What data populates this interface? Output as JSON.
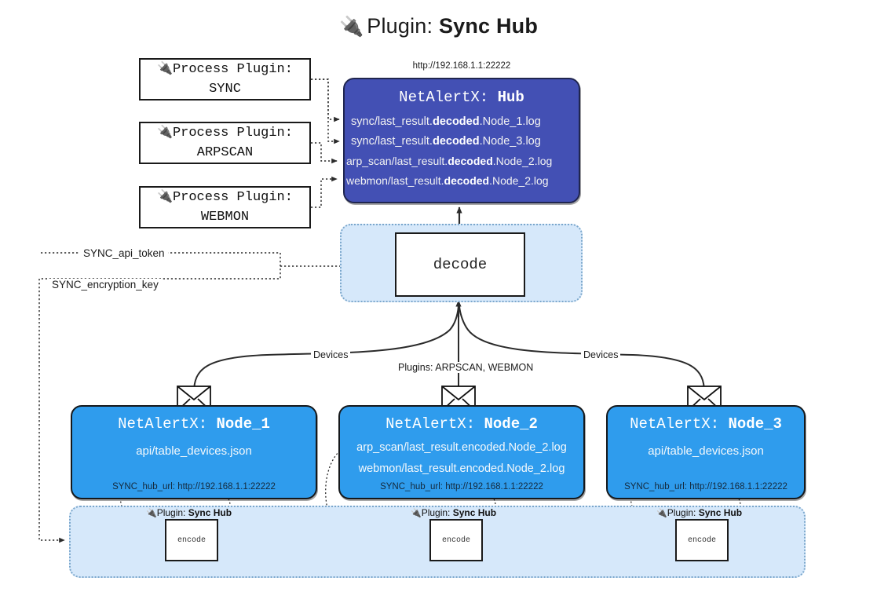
{
  "title": {
    "icon": "plug-icon",
    "prefix": "Plugin: ",
    "name": "Sync Hub"
  },
  "hub": {
    "url_label": "http://192.168.1.1:22222",
    "header_prefix": "NetAlertX: ",
    "header_name": "Hub",
    "rows": [
      {
        "pre": "sync/last_result.",
        "em": "decoded",
        "post": ".Node_1.log"
      },
      {
        "pre": "sync/last_result.",
        "em": "decoded",
        "post": ".Node_3.log"
      },
      {
        "pre": "arp_scan/last_result.",
        "em": "decoded",
        "post": ".Node_2.log"
      },
      {
        "pre": "webmon/last_result.",
        "em": "decoded",
        "post": ".Node_2.log"
      }
    ]
  },
  "process_plugins": [
    {
      "icon": "plug-icon",
      "line1": "Process Plugin:",
      "line2": "SYNC"
    },
    {
      "icon": "plug-icon",
      "line1": "Process Plugin:",
      "line2": "ARPSCAN"
    },
    {
      "icon": "plug-icon",
      "line1": "Process Plugin:",
      "line2": "WEBMON"
    }
  ],
  "decode": {
    "group_name": "decode-group",
    "label": "decode"
  },
  "config_keys": [
    {
      "label": "SYNC_api_token"
    },
    {
      "label": "SYNC_encryption_key"
    }
  ],
  "edge_labels": {
    "left_devices": "Devices",
    "right_devices": "Devices",
    "center_plugins": "Plugins: ARPSCAN, WEBMON"
  },
  "nodes": [
    {
      "header_prefix": "NetAlertX: ",
      "header_name": "Node_1",
      "lines": [
        "api/table_devices.json"
      ],
      "url": "SYNC_hub_url: http://192.168.1.1:22222",
      "mail_icon": "envelope-icon"
    },
    {
      "header_prefix": "NetAlertX: ",
      "header_name": "Node_2",
      "lines": [
        "arp_scan/last_result.encoded.Node_2.log",
        "webmon/last_result.encoded.Node_2.log"
      ],
      "url": "SYNC_hub_url: http://192.168.1.1:22222",
      "mail_icon": "envelope-icon"
    },
    {
      "header_prefix": "NetAlertX: ",
      "header_name": "Node_3",
      "lines": [
        "api/table_devices.json"
      ],
      "url": "SYNC_hub_url: http://192.168.1.1:22222",
      "mail_icon": "envelope-icon"
    }
  ],
  "encoders": [
    {
      "icon": "plug-icon",
      "prefix": "Plugin: ",
      "name": "Sync Hub",
      "box_label": "encode"
    },
    {
      "icon": "plug-icon",
      "prefix": "Plugin: ",
      "name": "Sync Hub",
      "box_label": "encode"
    },
    {
      "icon": "plug-icon",
      "prefix": "Plugin: ",
      "name": "Sync Hub",
      "box_label": "encode"
    }
  ],
  "colors": {
    "hub_fill": "#4350b4",
    "node_fill": "#2f9ced",
    "group_fill": "#d6e8fa",
    "group_stroke": "#7ba7cc",
    "line": "#2b2b2b"
  }
}
